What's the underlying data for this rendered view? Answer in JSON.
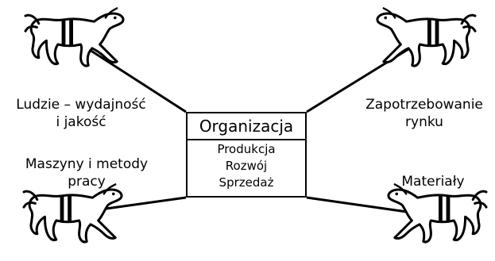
{
  "center": {
    "title": "Organizacja",
    "items": [
      "Produkcja",
      "Rozwój",
      "Sprzedaż"
    ]
  },
  "corners": {
    "top_left": [
      "Ludzie – wydajność",
      "i jakość"
    ],
    "top_right": [
      "Zapotrzebowanie",
      "rynku"
    ],
    "bottom_left": [
      "Maszyny i metody",
      "pracy"
    ],
    "bottom_right": [
      "Materiały"
    ]
  },
  "icons": [
    "horse-icon-top-left",
    "horse-icon-top-right",
    "horse-icon-bottom-left",
    "horse-icon-bottom-right"
  ]
}
